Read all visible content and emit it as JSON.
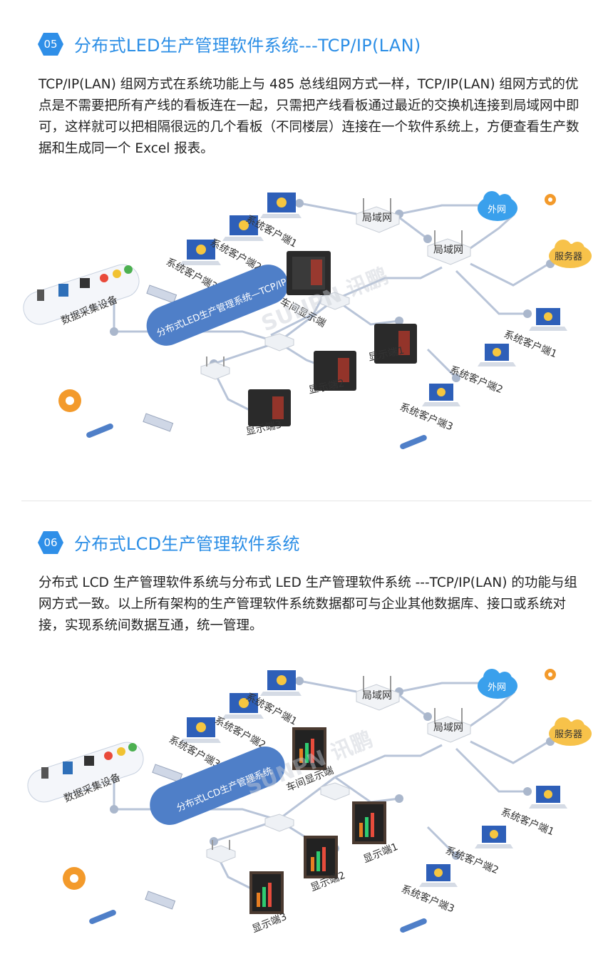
{
  "sections": [
    {
      "number": "05",
      "title": "分布式LED生产管理软件系统---TCP/IP(LAN)",
      "body": "TCP/IP(LAN) 组网方式在系统功能上与 485 总线组网方式一样，TCP/IP(LAN) 组网方式的优点是不需要把所有产线的看板连在一起，只需把产线看板通过最近的交换机连接到局域网中即可，这样就可以把相隔很远的几个看板（不同楼层）连接在一个软件系统上，方便查看生产数据和生成同一个 Excel 报表。",
      "diagram": {
        "labels": {
          "lan_a": "局域网",
          "lan_b": "局域网",
          "internet": "外网",
          "server": "服务器",
          "client_left_1": "系统客户端1",
          "client_left_2": "系统客户端2",
          "client_left_3": "系统客户端3",
          "client_right_1": "系统客户端1",
          "client_right_2": "系统客户端2",
          "client_right_3": "系统客户端3",
          "data_collection": "数据采集设备",
          "system_banner": "分布式LED生产管理系统—TCP/IP",
          "workshop_display": "车间显示端",
          "display_1": "显示端1",
          "display_2": "显示端2",
          "display_3": "显示端3",
          "watermark": "SUNPN 讯鹏"
        }
      }
    },
    {
      "number": "06",
      "title": "分布式LCD生产管理软件系统",
      "body": "分布式 LCD 生产管理软件系统与分布式 LED 生产管理软件系统 ---TCP/IP(LAN) 的功能与组网方式一致。以上所有架构的生产管理软件系统数据都可与企业其他数据库、接口或系统对接，实现系统间数据互通，统一管理。",
      "diagram": {
        "labels": {
          "lan_a": "局域网",
          "lan_b": "局域网",
          "internet": "外网",
          "server": "服务器",
          "client_left_1": "系统客户端1",
          "client_left_2": "系统客户端2",
          "client_left_3": "系统客户端3",
          "client_right_1": "系统客户端1",
          "client_right_2": "系统客户端2",
          "client_right_3": "系统客户端3",
          "data_collection": "数据采集设备",
          "system_banner": "分布式LCD生产管理系统",
          "workshop_display": "车间显示端",
          "display_1": "显示端1",
          "display_2": "显示端2",
          "display_3": "显示端3",
          "watermark": "SUNPN 讯鹏"
        }
      }
    }
  ],
  "colors": {
    "accent": "#2b8ee6",
    "badge": "#2f8fe8",
    "line": "#b8c4d8",
    "banner": "#4f7fc8",
    "cloud": "#3aa0ec",
    "server_cloud": "#f7c24a",
    "gear": "#f39a2b"
  }
}
